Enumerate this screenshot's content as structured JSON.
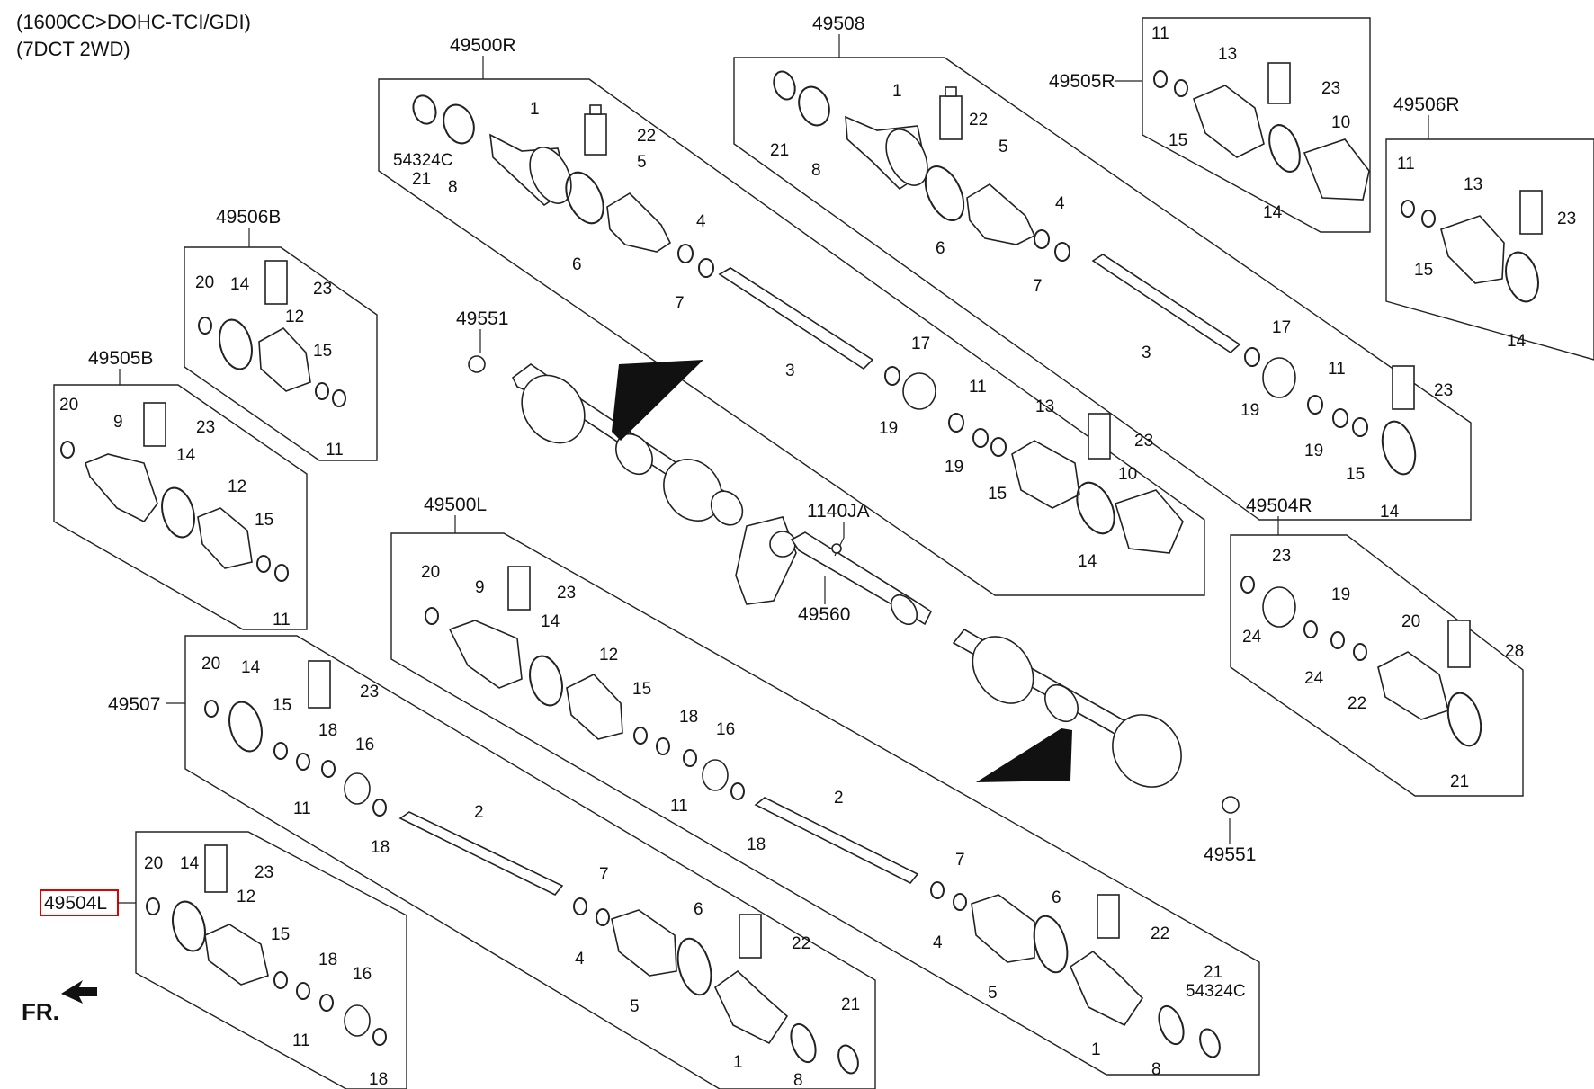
{
  "header": {
    "line1": "(1600CC>DOHC-TCI/GDI)",
    "line2": "(7DCT 2WD)"
  },
  "highlight_color": "#e00000",
  "fr_label": "FR.",
  "groups": {
    "g49500R": "49500R",
    "g49508": "49508",
    "g49505R": "49505R",
    "g49506R": "49506R",
    "g49506B": "49506B",
    "g49505B": "49505B",
    "g49551a": "49551",
    "g49500L": "49500L",
    "g1140JA": "1140JA",
    "g49560": "49560",
    "g49504R": "49504R",
    "g49507": "49507",
    "g49504L": "49504L",
    "g49551b": "49551"
  },
  "parts": {
    "p1": "1",
    "p2": "2",
    "p3": "3",
    "p4": "4",
    "p5": "5",
    "p6": "6",
    "p7": "7",
    "p8": "8",
    "p9": "9",
    "p10": "10",
    "p11": "11",
    "p12": "12",
    "p13": "13",
    "p14": "14",
    "p15": "15",
    "p16": "16",
    "p17": "17",
    "p18": "18",
    "p19": "19",
    "p20": "20",
    "p21": "21",
    "p22": "22",
    "p23": "23",
    "p24": "24",
    "p28": "28",
    "p54324C": "54324C"
  }
}
